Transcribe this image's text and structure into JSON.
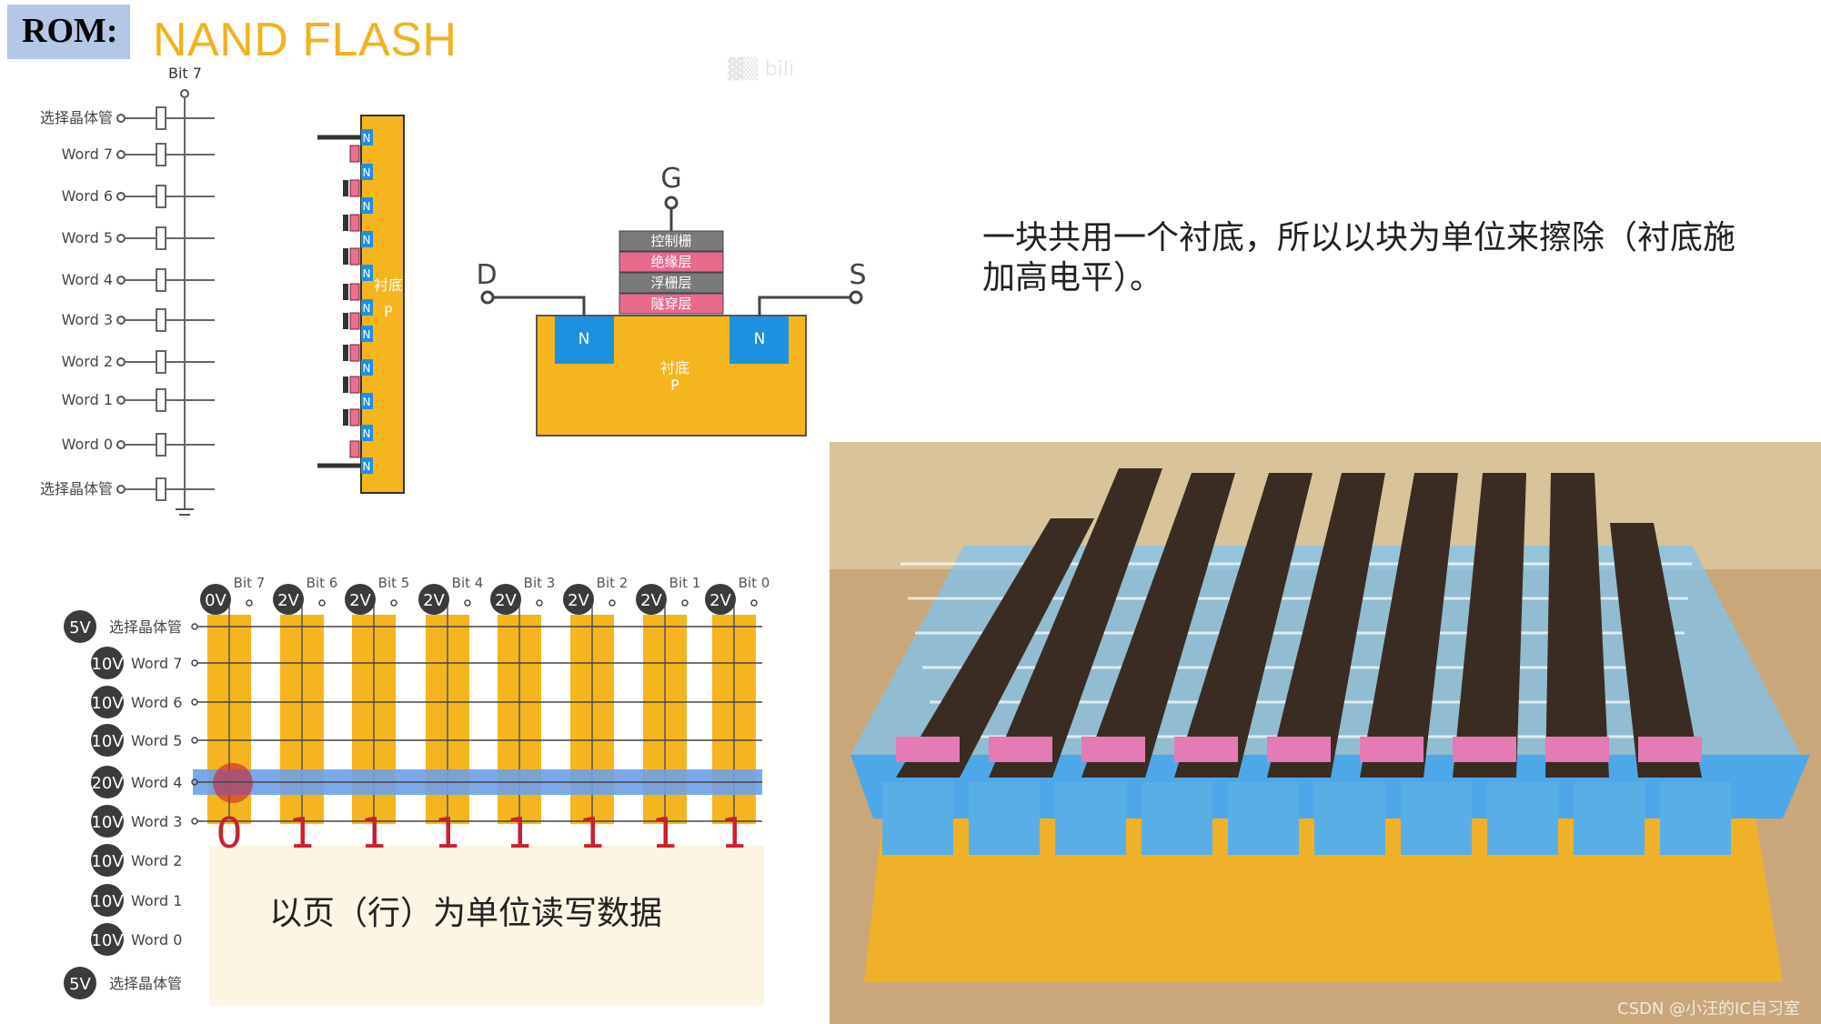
{
  "header": {
    "rom_label": "ROM:",
    "title": "NAND FLASH"
  },
  "string_diagram": {
    "bit_label": "Bit 7",
    "rows": [
      "选择晶体管",
      "Word 7",
      "Word 6",
      "Word 5",
      "Word 4",
      "Word 3",
      "Word 2",
      "Word 1",
      "Word 0",
      "选择晶体管"
    ]
  },
  "vertical_string": {
    "cell_label": "N",
    "substrate_label": "衬底",
    "substrate_type": "P"
  },
  "transistor": {
    "gate": "G",
    "drain": "D",
    "source": "S",
    "layers": [
      "控制栅",
      "绝缘层",
      "浮栅层",
      "隧穿层"
    ],
    "well": "N",
    "substrate_label": "衬底",
    "substrate_type": "P"
  },
  "description": "一块共用一个衬底，所以以块为单位来擦除（衬底施加高电平）。",
  "array": {
    "bit_labels": [
      "Bit 7",
      "Bit 6",
      "Bit 5",
      "Bit 4",
      "Bit 3",
      "Bit 2",
      "Bit 1",
      "Bit 0"
    ],
    "bit_voltages": [
      "0V",
      "2V",
      "2V",
      "2V",
      "2V",
      "2V",
      "2V",
      "2V"
    ],
    "rows": [
      {
        "voltage": "5V",
        "label": "选择晶体管"
      },
      {
        "voltage": "10V",
        "label": "Word 7"
      },
      {
        "voltage": "10V",
        "label": "Word 6"
      },
      {
        "voltage": "10V",
        "label": "Word 5"
      },
      {
        "voltage": "20V",
        "label": "Word 4"
      },
      {
        "voltage": "10V",
        "label": "Word 3"
      },
      {
        "voltage": "10V",
        "label": "Word 2"
      },
      {
        "voltage": "10V",
        "label": "Word 1"
      },
      {
        "voltage": "10V",
        "label": "Word 0"
      },
      {
        "voltage": "5V",
        "label": "选择晶体管"
      }
    ],
    "selected_row_label": "Word 4",
    "read_values": [
      "0",
      "1",
      "1",
      "1",
      "1",
      "1",
      "1",
      "1"
    ],
    "note": "以页（行）为单位读写数据"
  },
  "watermark": "CSDN @小汪的IC自习室",
  "colors": {
    "title": "#f0b31c",
    "substrate": "#f5b51f",
    "n_well": "#1e90e0",
    "layer_pink": "#e76a8c",
    "layer_gray": "#7a7a7a",
    "selected_row": "#6ea0e8",
    "zero_value": "#cc1f2f"
  }
}
